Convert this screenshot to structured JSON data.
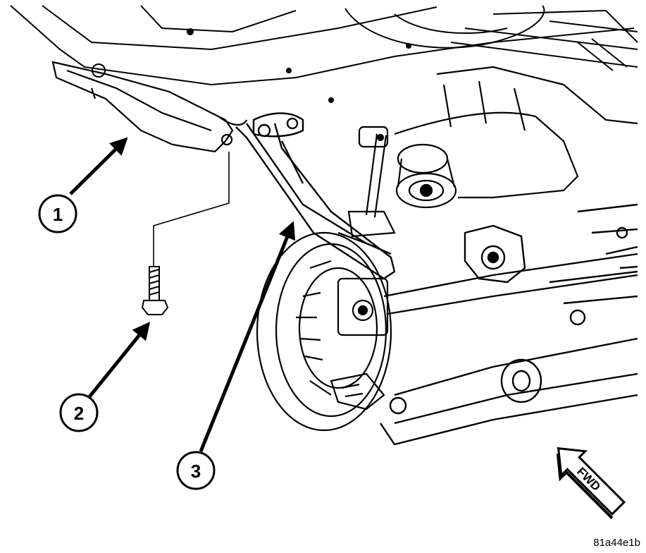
{
  "callouts": [
    {
      "number": "1"
    },
    {
      "number": "2"
    },
    {
      "number": "3"
    }
  ],
  "direction_label": "FWD",
  "figure_id": "81a44e1b"
}
